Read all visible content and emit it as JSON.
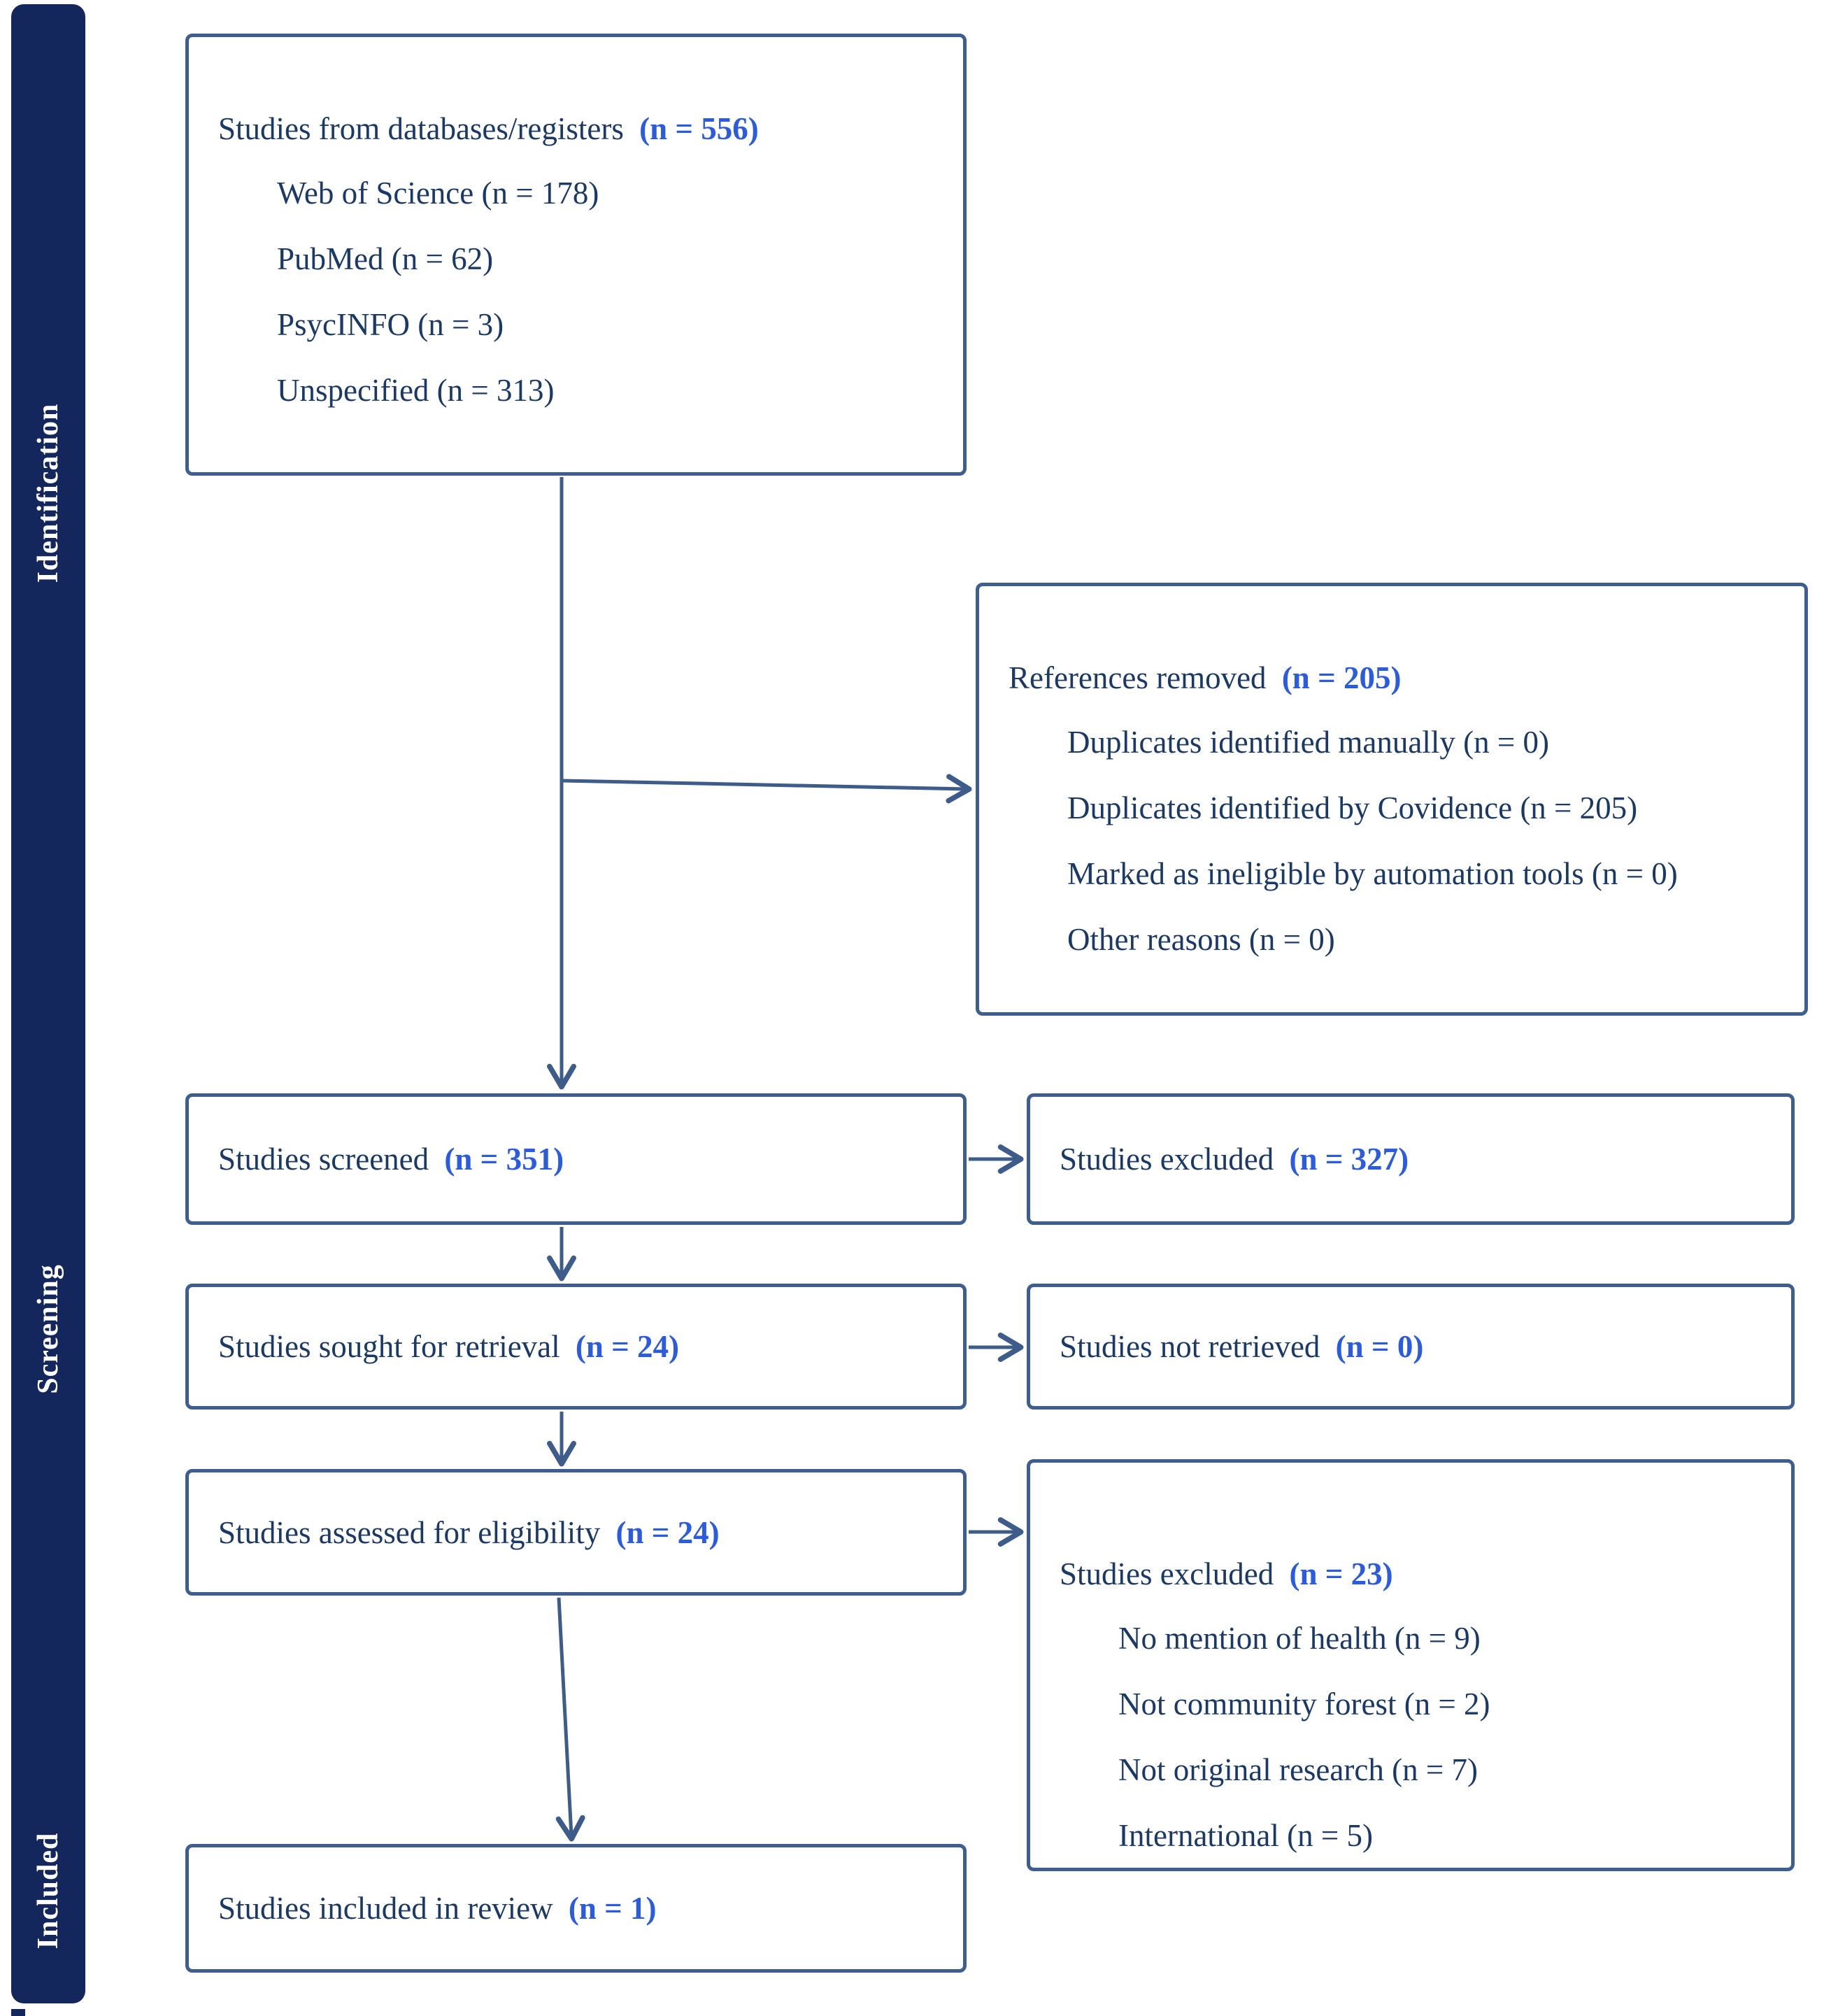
{
  "figure": {
    "kind": "PRISMA flow diagram",
    "colors": {
      "sidebar_bg": "#13275C",
      "box_border": "#3E5E8F",
      "arrow": "#3D5C8A",
      "body_text": "#1B3966",
      "count_accent": "#2B5BDE"
    }
  },
  "sidebar": {
    "labels": [
      {
        "id": "identification",
        "text": "Identification"
      },
      {
        "id": "screening",
        "text": "Screening"
      },
      {
        "id": "included",
        "text": "Included"
      }
    ]
  },
  "boxes": {
    "databases": {
      "title": "Studies from databases/registers",
      "count": "(n = 556)",
      "items": [
        "Web of Science (n = 178)",
        "PubMed (n = 62)",
        "PsycINFO (n = 3)",
        "Unspecified (n = 313)"
      ]
    },
    "references_removed": {
      "title": "References removed",
      "count": "(n = 205)",
      "items": [
        "Duplicates identified manually (n = 0)",
        "Duplicates identified by Covidence (n = 205)",
        "Marked as ineligible by automation tools (n = 0)",
        "Other reasons (n = 0)"
      ]
    },
    "screened": {
      "title": "Studies screened",
      "count": "(n = 351)"
    },
    "excluded_screening": {
      "title": "Studies excluded",
      "count": "(n = 327)"
    },
    "sought": {
      "title": "Studies sought for retrieval",
      "count": "(n = 24)"
    },
    "not_retrieved": {
      "title": "Studies not retrieved",
      "count": "(n = 0)"
    },
    "assessed": {
      "title": "Studies assessed for eligibility",
      "count": "(n = 24)"
    },
    "excluded_eligibility": {
      "title": "Studies excluded",
      "count": "(n = 23)",
      "items": [
        "No mention of health (n = 9)",
        "Not community forest (n = 2)",
        "Not original research (n = 7)",
        "International (n = 5)"
      ]
    },
    "included": {
      "title": "Studies included in review",
      "count": "(n = 1)"
    }
  }
}
